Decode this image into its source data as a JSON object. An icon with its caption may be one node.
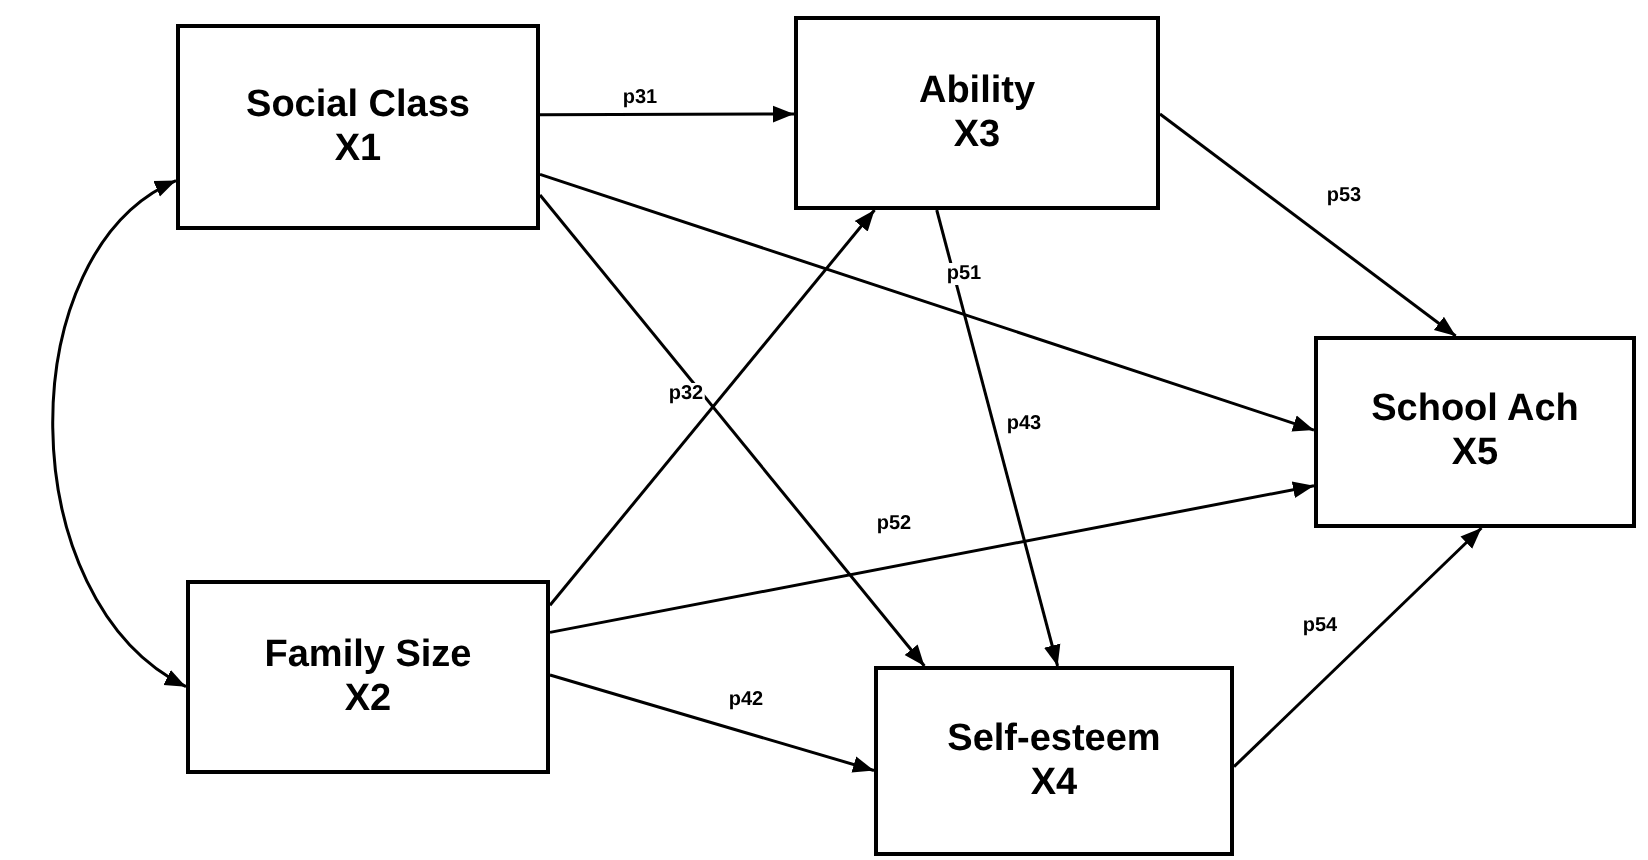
{
  "diagram": {
    "nodes": [
      {
        "text": [
          "Social Class",
          "X1"
        ]
      },
      {
        "text": [
          "Ability",
          "X3"
        ]
      },
      {
        "text": [
          "School Ach",
          "X5"
        ]
      },
      {
        "text": [
          "Family Size",
          "X2"
        ]
      },
      {
        "text": [
          "Self-esteem",
          "X4"
        ]
      }
    ],
    "edges": [
      {
        "from": 0,
        "to": 3,
        "arrow": "both"
      },
      {
        "from": 0,
        "to": 1,
        "arrow": "to",
        "label": "p31"
      },
      {
        "from": 0,
        "to": 2,
        "arrow": "to",
        "label": "p51"
      },
      {
        "from": 0,
        "to": 4,
        "arrow": "to"
      },
      {
        "from": 3,
        "to": 1,
        "arrow": "to",
        "label": "p32"
      },
      {
        "from": 3,
        "to": 2,
        "arrow": "to",
        "label": "p52"
      },
      {
        "from": 3,
        "to": 4,
        "arrow": "to",
        "label": "p42"
      },
      {
        "from": 1,
        "to": 4,
        "arrow": "to",
        "label": "p43"
      },
      {
        "from": 1,
        "to": 2,
        "arrow": "to",
        "label": "p53"
      },
      {
        "from": 4,
        "to": 2,
        "arrow": "to",
        "label": "p54"
      }
    ]
  }
}
